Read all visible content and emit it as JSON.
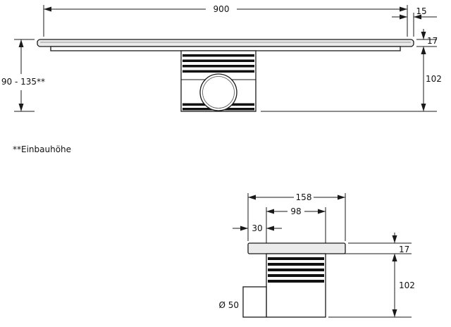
{
  "drawing": {
    "footnote": "**Einbauhöhe",
    "top_view": {
      "dims": {
        "length": "900",
        "edge_offset": "15",
        "channel_height": "17",
        "trap_depth": "102",
        "install_height": "90 - 135**"
      }
    },
    "detail_view": {
      "dims": {
        "flange_width": "158",
        "body_width": "98",
        "side_offset": "30",
        "flange_height": "17",
        "trap_depth": "102",
        "outlet_diameter": "Ø 50"
      }
    },
    "colors": {
      "line": "#1a1a1a",
      "fill_light": "#ebebeb",
      "rib": "#111111",
      "background": "#ffffff"
    }
  }
}
